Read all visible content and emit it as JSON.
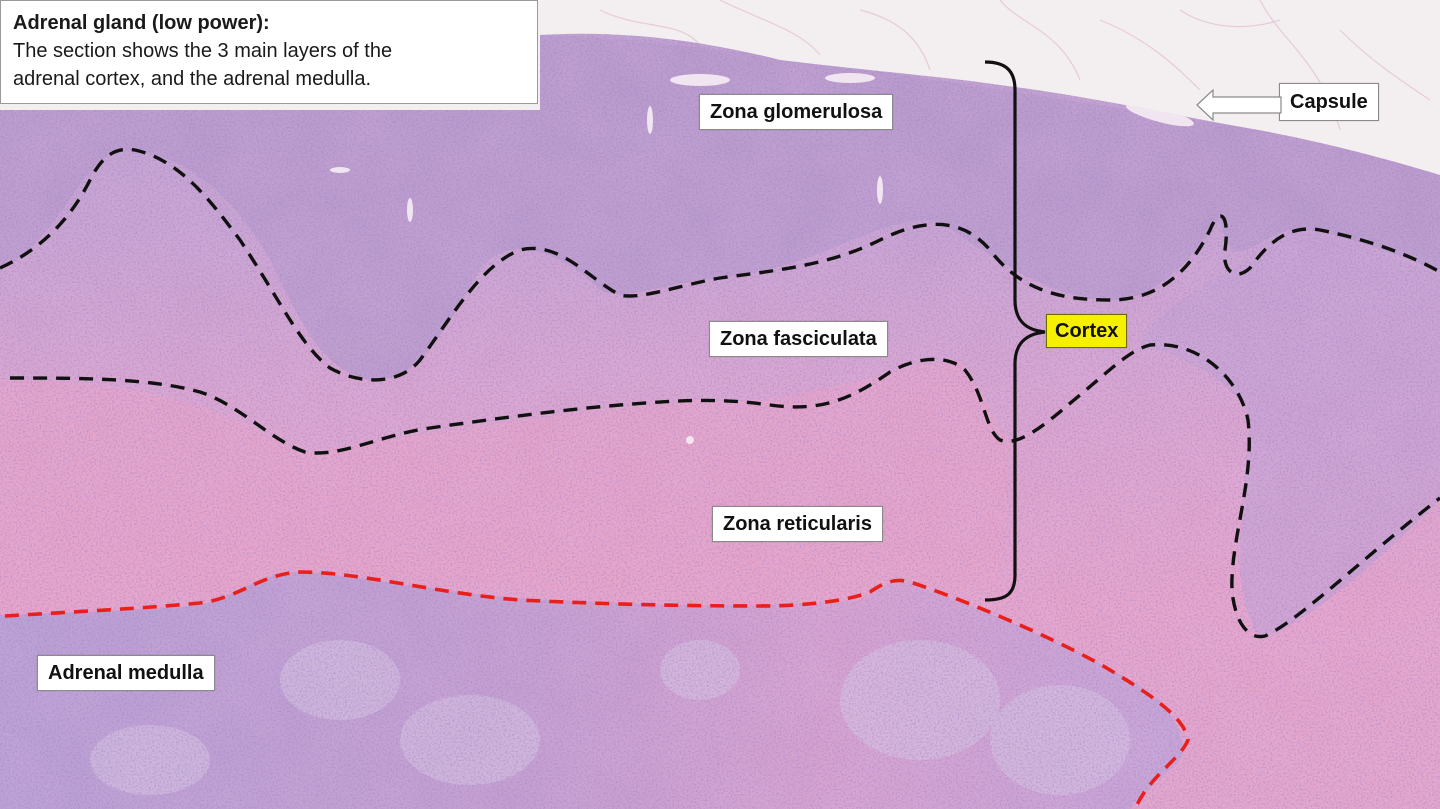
{
  "figure": {
    "title": "Adrenal gland (low power):",
    "description_line1": "The section shows the 3 main layers of the",
    "description_line2": "adrenal cortex, and the adrenal medulla."
  },
  "labels": {
    "zona_glomerulosa": "Zona glomerulosa",
    "zona_fasciculata": "Zona fasciculata",
    "zona_reticularis": "Zona reticularis",
    "adrenal_medulla": "Adrenal medulla",
    "capsule": "Capsule",
    "cortex": "Cortex"
  },
  "annotations": {
    "bracket_target": "Cortex",
    "arrow_target": "Capsule",
    "boundary_colors": {
      "cortical_zones": "#111111",
      "corticomedullary": "#e8201c"
    },
    "highlight_color": "#f4f000"
  },
  "stain_colors": {
    "background_fat": "#f3eeef",
    "glomerulosa": "#b79ccc",
    "fasciculata": "#d9a3cf",
    "reticularis": "#e6a2c9",
    "medulla": "#b99ad0"
  }
}
